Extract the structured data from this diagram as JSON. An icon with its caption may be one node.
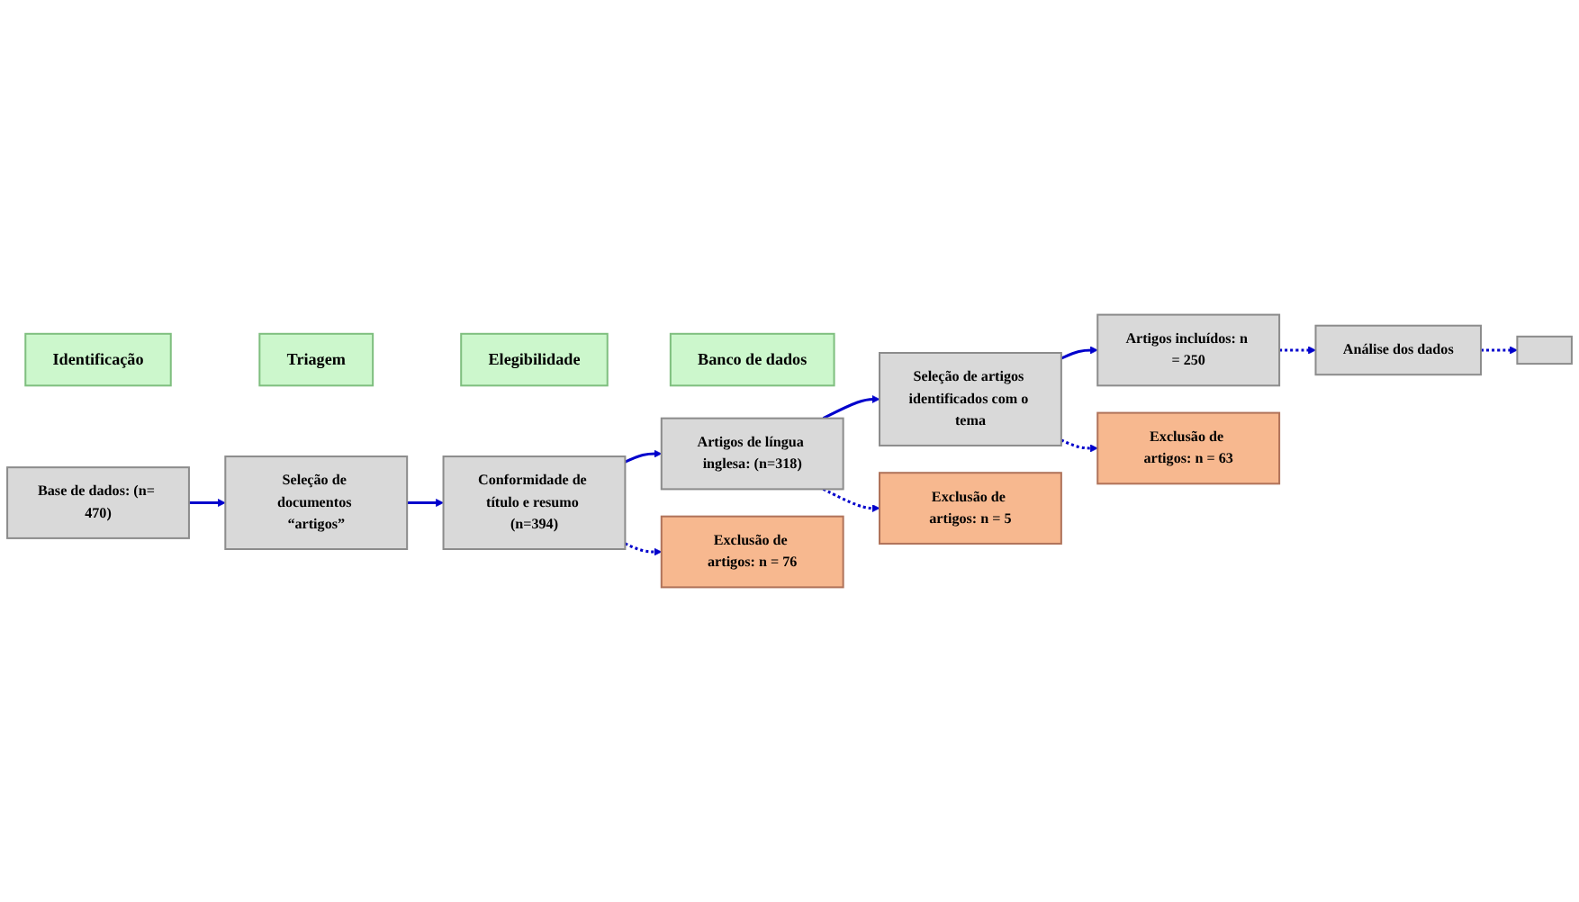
{
  "diagram": {
    "nodes": [
      {
        "text": [
          "Identificação"
        ]
      },
      {
        "text": [
          "Triagem"
        ]
      },
      {
        "text": [
          "Elegibilidade"
        ]
      },
      {
        "text": [
          "Banco de dados"
        ]
      },
      {
        "text": [
          "Seleção de documentos “artigos”"
        ]
      },
      {
        "text": [
          "Base de dados: (n= 470)"
        ]
      },
      {
        "text": [
          "Conformidade de título e resumo (n=394)"
        ]
      },
      {
        "text": [
          "Artigos de língua inglesa: (n=318)"
        ]
      },
      {
        "text": [
          "Seleção de artigos identificados com o tema"
        ]
      },
      {
        "text": [
          "Artigos incluídos: n = 250"
        ]
      },
      {
        "text": [
          "Exclusão de artigos: n = 76"
        ]
      },
      {
        "text": [
          "Exclusão de artigos: n = 5"
        ]
      },
      {
        "text": [
          "Exclusão de artigos: n = 63"
        ]
      },
      {
        "text": [
          "Análise dos dados"
        ]
      },
      {
        "text": [],
        "shape": "box"
      }
    ],
    "edges": [
      {
        "from": 5,
        "to": 4,
        "arrow": "to"
      },
      {
        "from": 4,
        "to": 6,
        "arrow": "to"
      },
      {
        "from": 6,
        "to": 7,
        "arrow": "to"
      },
      {
        "from": 7,
        "to": 8,
        "arrow": "to"
      },
      {
        "from": 8,
        "to": 9,
        "arrow": "to"
      },
      {
        "from": 6,
        "to": 10,
        "arrow": "to",
        "style": "dashed"
      },
      {
        "from": 7,
        "to": 11,
        "arrow": "to",
        "style": "dashed"
      },
      {
        "from": 8,
        "to": 12,
        "arrow": "to",
        "style": "dashed"
      },
      {
        "from": 9,
        "to": 13,
        "arrow": "to",
        "style": "dashed"
      },
      {
        "from": 13,
        "to": 14,
        "arrow": "to",
        "style": "dashed"
      }
    ]
  }
}
